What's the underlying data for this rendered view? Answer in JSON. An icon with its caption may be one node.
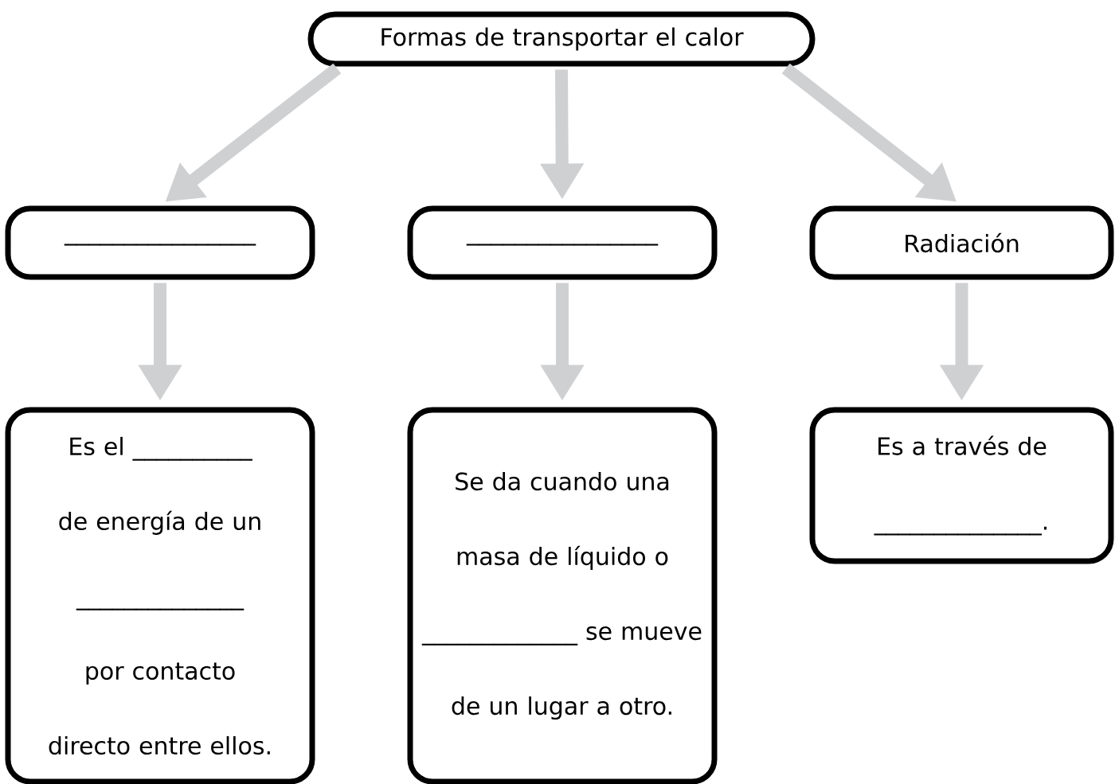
{
  "diagram": {
    "nodes": [
      {
        "text": [
          "Formas de transportar el calor"
        ]
      },
      {
        "text": [
          "________________"
        ]
      },
      {
        "text": [
          "________________"
        ]
      },
      {
        "text": [
          "Radiación"
        ]
      },
      {
        "text": [
          "Es el __________ de energía de un ______________ por contacto directo entre ellos."
        ]
      },
      {
        "text": [
          "Se da cuando una masa de líquido o _____________ se mueve de un lugar a otro."
        ]
      },
      {
        "text": [
          "Es a través de ______________."
        ]
      }
    ],
    "edges": [
      {
        "from": 0,
        "to": 1,
        "arrow": "to"
      },
      {
        "from": 0,
        "to": 2,
        "arrow": "to"
      },
      {
        "from": 0,
        "to": 3,
        "arrow": "to"
      },
      {
        "from": 1,
        "to": 4,
        "arrow": "to"
      },
      {
        "from": 2,
        "to": 5,
        "arrow": "to"
      },
      {
        "from": 3,
        "to": 6,
        "arrow": "to"
      }
    ]
  }
}
